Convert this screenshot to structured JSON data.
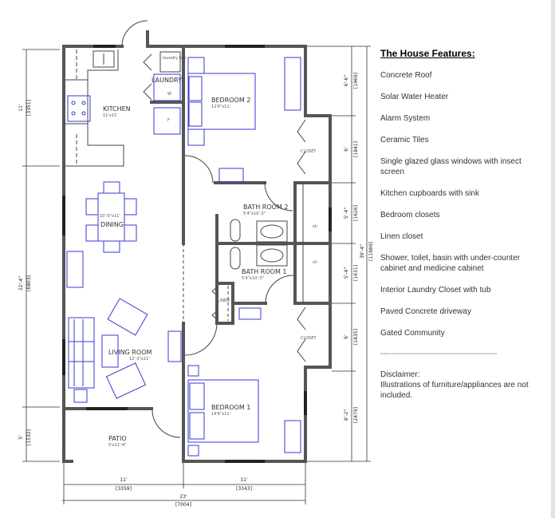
{
  "features": {
    "title": "The House Features:",
    "items": [
      "Concrete Roof",
      "Solar Water Heater",
      "Alarm System",
      "Ceramic Tiles",
      "Single glazed glass windows with insect screen",
      "Kitchen cupboards with sink",
      "Bedroom closets",
      "Linen closet",
      "Shower, toilet, basin with under-counter cabinet and medicine cabinet",
      "Interior Laundry Closet with tub",
      "Paved Concrete driveway",
      "Gated Community"
    ],
    "separator": "--------------------------------------------",
    "disclaimer_title": "Disclaimer:",
    "disclaimer_text": "Illustrations of furniture/appliances are not included."
  },
  "rooms": {
    "kitchen": {
      "name": "KITCHEN",
      "size": "11'x11'"
    },
    "dining": {
      "name": "DINING",
      "size": "10'-5\"x11'"
    },
    "living": {
      "name": "LIVING ROOM",
      "size": "12'-3\"x11'"
    },
    "patio": {
      "name": "PATIO",
      "size": "5'x11'-4\""
    },
    "laundry": {
      "name": "LAUNDRY",
      "tub": "laundry tub",
      "w": "W",
      "f": "F"
    },
    "bedroom2": {
      "name": "BEDROOM 2",
      "size": "12'6\"x11'"
    },
    "bath2": {
      "name": "BATH ROOM 2",
      "size": "5'4\"x10'-3\""
    },
    "bath1": {
      "name": "BATH ROOM 1",
      "size": "5'4\"x10'-3\""
    },
    "bedroom1": {
      "name": "BEDROOM 1",
      "size": "14'6\"x11'"
    },
    "closet_top": "CLOSET",
    "closet_bottom": "CLOSET",
    "linen": "LINEN",
    "shower": "sh"
  },
  "dimensions": {
    "left": [
      {
        "ft": "11'",
        "mm": "[3351]"
      },
      {
        "ft": "22'-4\"",
        "mm": "[6803]"
      },
      {
        "ft": "5'",
        "mm": "[1532]"
      }
    ],
    "right": [
      {
        "ft": "6'-6\"",
        "mm": "[1969]"
      },
      {
        "ft": "6'",
        "mm": "[1841]"
      },
      {
        "ft": "5'-4\"",
        "mm": "[1626]"
      },
      {
        "ft": "5'-4\"",
        "mm": "[1631]"
      },
      {
        "ft": "6'",
        "mm": "[1835]"
      },
      {
        "ft": "8'-2\"",
        "mm": "[2479]"
      }
    ],
    "right_total": {
      "ft": "39'-4\"",
      "mm": "[11989]"
    },
    "bottom": [
      {
        "ft": "11'",
        "mm": "[3359]"
      },
      {
        "ft": "11'",
        "mm": "[3343]"
      }
    ],
    "bottom_total": {
      "ft": "23'",
      "mm": "[7004]"
    }
  },
  "colors": {
    "walls": "#555555",
    "furniture": "#3a3ad0"
  }
}
